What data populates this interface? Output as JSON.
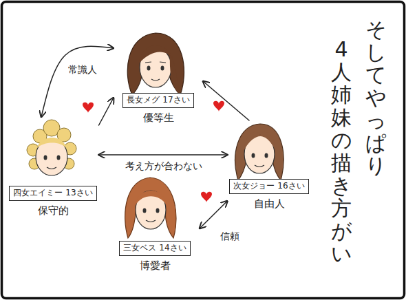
{
  "diagram": {
    "nodes": [
      {
        "text": [
          "長女メグ 17さい",
          "優等生"
        ]
      },
      {
        "text": [
          "四女エイミー 13さい",
          "保守的"
        ]
      },
      {
        "text": [
          "次女ジョー 16さい",
          "自由人"
        ]
      },
      {
        "text": [
          "三女ベス 14さい",
          "博愛者"
        ]
      }
    ],
    "edges": [
      {
        "from": 1,
        "to": 0,
        "label": "常識人",
        "arrow": "both"
      },
      {
        "from": 1,
        "to": 0,
        "arrow": "to"
      },
      {
        "from": 2,
        "to": 0,
        "arrow": "to"
      },
      {
        "from": 1,
        "to": 2,
        "label": "考え方が合わない",
        "arrow": "both"
      },
      {
        "from": 3,
        "to": 2,
        "label": "信頼",
        "arrow": "both"
      }
    ],
    "labels": [
      "そしてやっぱり",
      "4人姉妹の描き方がい"
    ]
  }
}
